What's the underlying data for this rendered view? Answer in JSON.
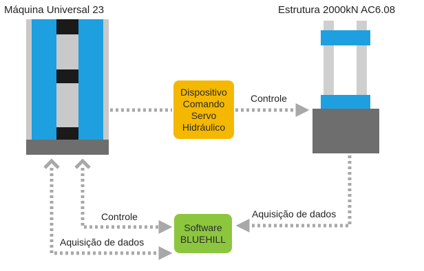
{
  "machine_left": {
    "title": "Máquina Universal 23"
  },
  "machine_right": {
    "title": "Estrutura 2000kN AC6.08"
  },
  "servo_box": {
    "lines": [
      "Dispositivo",
      "Comando",
      "Servo",
      "Hidráulico"
    ],
    "color": "#f5b800"
  },
  "software_box": {
    "lines": [
      "Software",
      "BLUEHILL"
    ],
    "color": "#8cc63f"
  },
  "connections": {
    "servo_to_right": "Controle",
    "right_to_software": "Aquisição de dados",
    "software_to_left_control": "Controle",
    "software_to_left_acq": "Aquisição de dados"
  },
  "colors": {
    "blue": "#1e9fe0",
    "gray": "#c9c9c9",
    "dark_gray": "#6e6e6e",
    "black": "#1a1a1a",
    "arrow": "#a8a8a8"
  }
}
